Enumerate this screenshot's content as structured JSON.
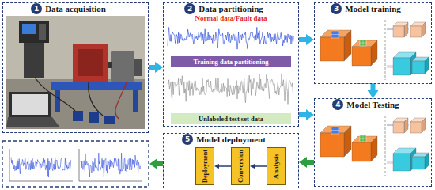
{
  "diagram": {
    "nodes": [
      {
        "text": [
          "Data acquisition"
        ]
      },
      {
        "text": [
          "Data partitioning"
        ]
      },
      {
        "text": [
          "Training data partitioning"
        ],
        "in": 1
      },
      {
        "text": [
          "Unlabeled test set data"
        ],
        "in": 1
      },
      {
        "text": [
          "Model training"
        ]
      },
      {
        "text": [
          "Model Testing"
        ]
      },
      {
        "text": [
          "Model deployment"
        ]
      },
      {
        "text": [
          "Deployment"
        ],
        "in": 6
      },
      {
        "text": [
          "Conversion"
        ],
        "in": 6
      },
      {
        "text": [
          "Analysis"
        ],
        "in": 6
      }
    ],
    "edges": [
      {
        "from": 0,
        "to": 1,
        "arrow": "to"
      },
      {
        "from": 1,
        "to": 4,
        "arrow": "to"
      },
      {
        "from": 4,
        "to": 5,
        "arrow": "to"
      },
      {
        "from": 1,
        "to": 5,
        "arrow": "to"
      },
      {
        "from": 5,
        "to": 6,
        "arrow": "to"
      },
      {
        "from": 9,
        "to": 8,
        "arrow": "to"
      },
      {
        "from": 8,
        "to": 7,
        "arrow": "to"
      }
    ],
    "labels": [
      "1",
      "2",
      "3",
      "4",
      "5",
      "Normal data/Fault data"
    ]
  }
}
